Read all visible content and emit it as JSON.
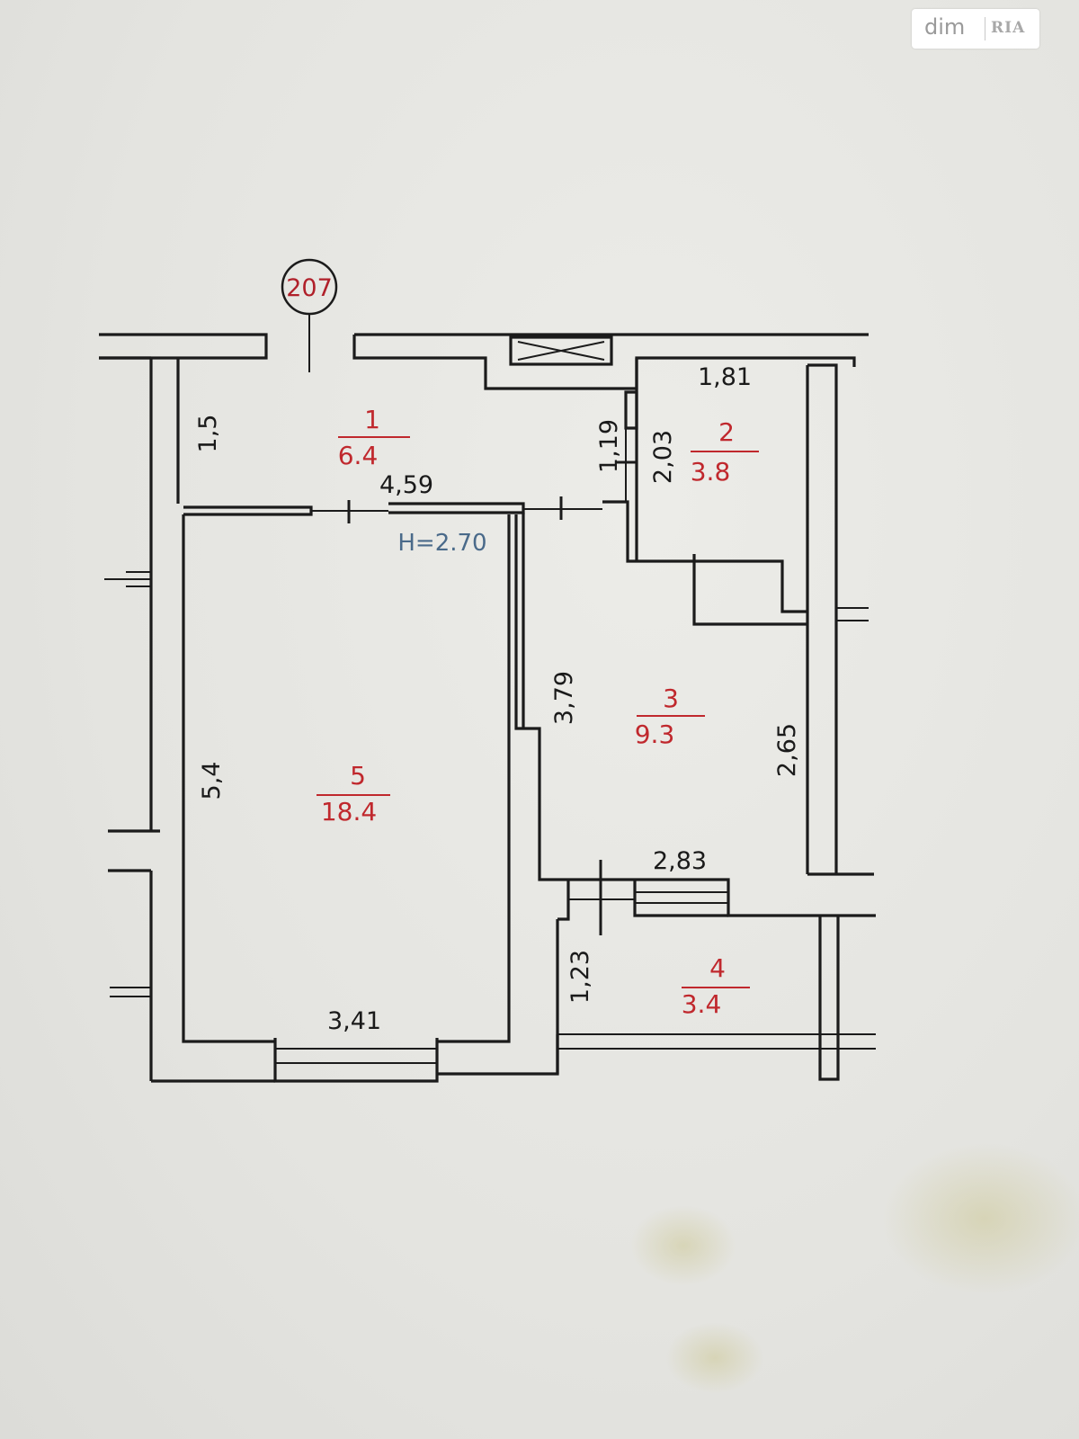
{
  "watermark": {
    "brand": "dim",
    "brand_suffix": "RIA"
  },
  "plan": {
    "apartment_number": "207",
    "ceiling_height": "H=2.70",
    "rooms": [
      {
        "number": "1",
        "area": "6.4"
      },
      {
        "number": "2",
        "area": "3.8"
      },
      {
        "number": "3",
        "area": "9.3"
      },
      {
        "number": "4",
        "area": "3.4"
      },
      {
        "number": "5",
        "area": "18.4"
      }
    ],
    "dimensions": {
      "room1_depth": "1,5",
      "room1_width": "4,59",
      "room2_width": "1,81",
      "room2_depth": "2,03",
      "door_gap": "1,19",
      "room3_depth": "3,79",
      "room3_side": "2,65",
      "room3_width": "2,83",
      "room4_depth": "1,23",
      "room5_depth": "5,4",
      "room5_width": "3,41"
    }
  }
}
